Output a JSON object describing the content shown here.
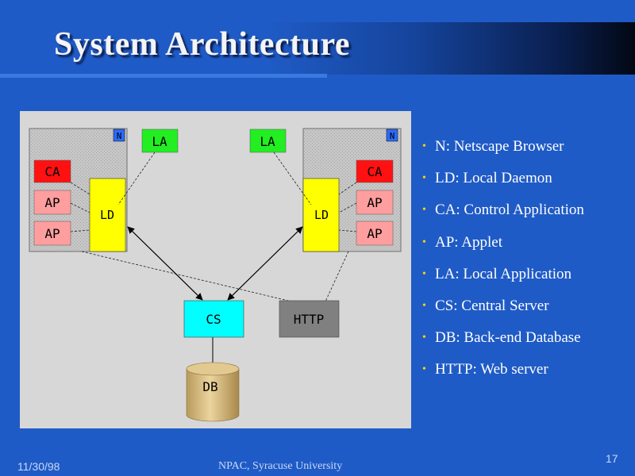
{
  "slide": {
    "title": "System Architecture",
    "date": "11/30/98",
    "footer": "NPAC, Syracuse University",
    "page_number": "17"
  },
  "legend": [
    {
      "text": "N: Netscape Browser"
    },
    {
      "text": "LD: Local Daemon"
    },
    {
      "text": "CA: Control Application"
    },
    {
      "text": "AP: Applet"
    },
    {
      "text": "LA: Local Application"
    },
    {
      "text": "CS: Central Server"
    },
    {
      "text": "DB: Back-end Database"
    },
    {
      "text": "HTTP: Web server"
    }
  ],
  "diagram": {
    "browser_badge": "N",
    "la_left": "LA",
    "la_right": "LA",
    "ca": "CA",
    "ap": "AP",
    "ld": "LD",
    "cs": "CS",
    "http": "HTTP",
    "db": "DB",
    "colors": {
      "browser": "#c8c8c8",
      "badge": "#2a6cff",
      "la": "#22ee22",
      "ca": "#ff1111",
      "ap": "#ff9e9e",
      "ld": "#ffff00",
      "cs": "#00ffff",
      "http": "#808080",
      "db": "#dcc185"
    }
  }
}
